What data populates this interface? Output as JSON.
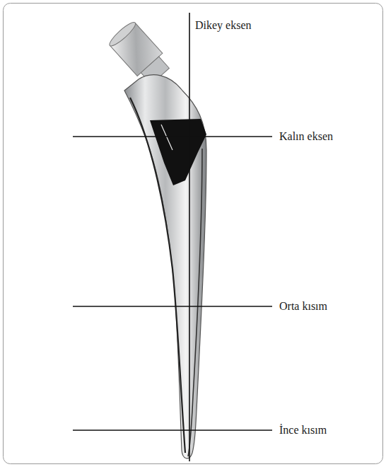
{
  "diagram": {
    "labels": [
      "Dikey eksen",
      "Kalın eksen",
      "Orta kısım",
      "İnce kısım"
    ]
  }
}
